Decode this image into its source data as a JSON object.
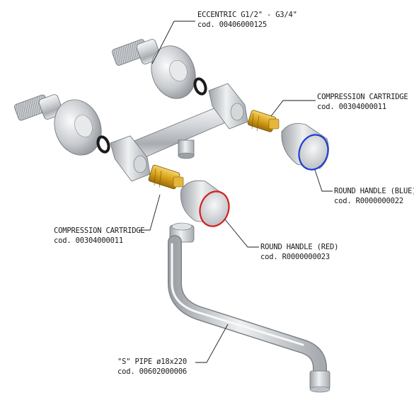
{
  "labels": {
    "eccentric": {
      "name": "ECCENTRIC G1/2\" - G3/4\"",
      "code": "cod. 00406000125"
    },
    "cartridge_right": {
      "name": "COMPRESSION CARTRIDGE",
      "code": "cod. 00304000011"
    },
    "handle_blue": {
      "name": "ROUND HANDLE (BLUE)",
      "code": "cod. R0000000022"
    },
    "cartridge_left": {
      "name": "COMPRESSION CARTRIDGE",
      "code": "cod. 00304000011"
    },
    "handle_red": {
      "name": "ROUND HANDLE (RED)",
      "code": "cod. R0000000023"
    },
    "pipe": {
      "name": "\"S\" PIPE ø18x220",
      "code": "cod. 00602000006"
    }
  },
  "colors": {
    "chrome": "#c9ccd0",
    "brass": "#d9a21b",
    "blue_ring": "#1f3fd0",
    "red_ring": "#d42020",
    "leader": "#1a1a1a"
  }
}
